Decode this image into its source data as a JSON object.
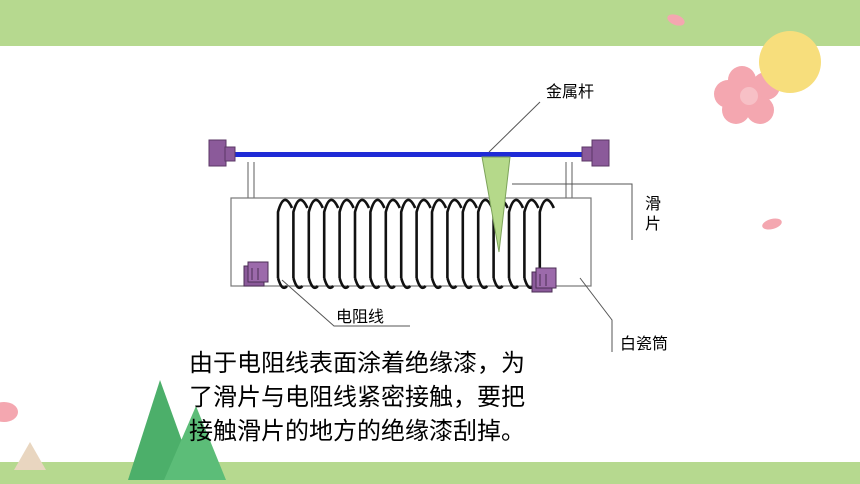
{
  "labels": {
    "metal_rod": "金属杆",
    "slider": "滑片",
    "resistance_wire": "电阻线",
    "porcelain_tube": "白瓷筒"
  },
  "description": {
    "lines": [
      "由于电阻线表面涂着绝缘漆，为",
      "了滑片与电阻线紧密接触，要把",
      "接触滑片的地方的绝缘漆刮掉。"
    ]
  },
  "colors": {
    "band": "#b6d98f",
    "rod": "#1f2bd6",
    "end_block": "#8b5a9a",
    "slider": "#b5d98a",
    "sun": "#f7de7c",
    "flower": "#f4a7b0",
    "tree": "#4caf6a"
  }
}
